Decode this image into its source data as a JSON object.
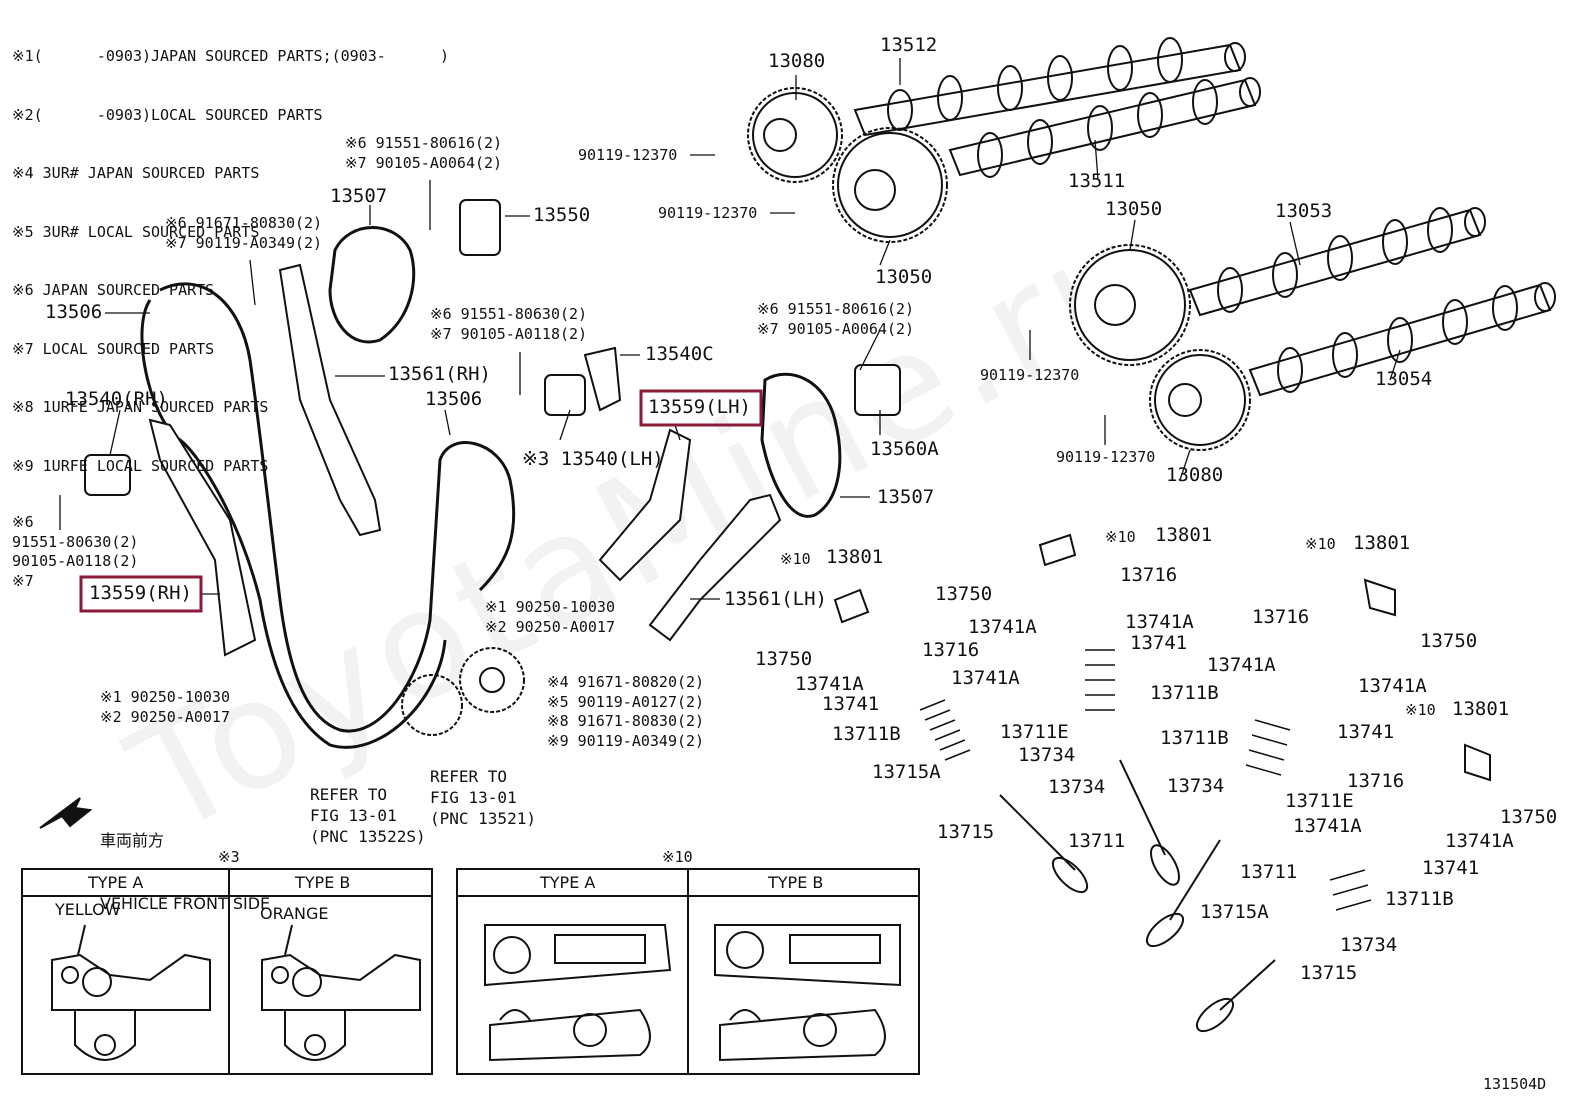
{
  "notes": [
    "※1(      -0903)JAPAN SOURCED PARTS;(0903-      )",
    "※2(      -0903)LOCAL SOURCED PARTS",
    "※4 3UR# JAPAN SOURCED PARTS",
    "※5 3UR# LOCAL SOURCED PARTS",
    "※6 JAPAN SOURCED PARTS",
    "※7 LOCAL SOURCED PARTS",
    "※8 1URFE JAPAN SOURCED PARTS",
    "※9 1URFE LOCAL SOURCED PARTS"
  ],
  "watermark": "ToyotaMine.ru",
  "labels": {
    "p13080a": "13080",
    "p13512": "13512",
    "p13511": "13511",
    "p13050a": "13050",
    "p13050b": "13050",
    "p13053": "13053",
    "p13054": "13054",
    "p13080b": "13080",
    "b1": "90119-12370",
    "b2": "90119-12370",
    "b3": "90119-12370",
    "b4": "90119-12370",
    "p13507a": "13507",
    "p13550": "13550",
    "p13506a": "13506",
    "p13561rh": "13561(RH)",
    "p13506b": "13506",
    "p13540rh": "13540(RH)",
    "p13540c": "13540C",
    "p13540lh": "13540(LH)",
    "p13559lh": "13559(LH)",
    "p13559rh": "13559(RH)",
    "p13507b": "13507",
    "p13560a": "13560A",
    "p13561lh": "13561(LH)",
    "p13801a": "13801",
    "p13801b": "13801",
    "p13801c": "13801",
    "p13801d": "13801",
    "p13750a": "13750",
    "p13750b": "13750",
    "p13750c": "13750",
    "p13750d": "13750",
    "p13716a": "13716",
    "p13716b": "13716",
    "p13716c": "13716",
    "p13716d": "13716",
    "p13741Aa": "13741A",
    "p13741Ab": "13741A",
    "p13741Ac": "13741A",
    "p13741Ad": "13741A",
    "p13741Ae": "13741A",
    "p13741Af": "13741A",
    "p13741Ag": "13741A",
    "p13741Ah": "13741A",
    "p13741a": "13741",
    "p13741b": "13741",
    "p13741c": "13741",
    "p13741d": "13741",
    "p13711Ba": "13711B",
    "p13711Bb": "13711B",
    "p13711Bc": "13711B",
    "p13711Bd": "13711B",
    "p13711Ea": "13711E",
    "p13711Eb": "13711E",
    "p13734a": "13734",
    "p13734b": "13734",
    "p13734c": "13734",
    "p13734d": "13734",
    "p13715Aa": "13715A",
    "p13715Ab": "13715A",
    "p13715a": "13715",
    "p13715b": "13715",
    "p13711a": "13711",
    "p13711b": "13711",
    "ref1": "REFER TO\nFIG 13-01\n(PNC 13522S)",
    "ref2": "REFER TO\nFIG 13-01\n(PNC 13521)",
    "x10a": "※10",
    "x10b": "※10",
    "x10c": "※10",
    "x10d": "※10",
    "fig": "131504D"
  },
  "multi": {
    "m1": "※6 91551-80616(2)\n※7 90105-A0064(2)",
    "m2": "※6 91671-80830(2)\n※7 90119-A0349(2)",
    "m3": "※6 91551-80630(2)\n※7 90105-A0118(2)",
    "m4": "※6 91551-80616(2)\n※7 90105-A0064(2)",
    "m5": "※6\n91551-80630(2)\n90105-A0118(2)\n※7",
    "m6": "※1 90250-10030\n※2 90250-A0017",
    "m7": "※1 90250-10030\n※2 90250-A0017",
    "m8": "※4 91671-80820(2)\n※5 90119-A0127(2)\n※8 91671-80830(2)\n※9 90119-A0349(2)",
    "m9": "※3 13540(LH)"
  },
  "direction": {
    "jp": "車両前方",
    "en": "VEHICLE FRONT SIDE"
  },
  "table3": {
    "mark": "※3",
    "typeA": "TYPE A",
    "typeB": "TYPE B",
    "colorA": "YELLOW",
    "colorB": "ORANGE"
  },
  "table10": {
    "mark": "※10",
    "typeA": "TYPE A",
    "typeB": "TYPE B"
  },
  "highlight_color": "#8b1a3a"
}
